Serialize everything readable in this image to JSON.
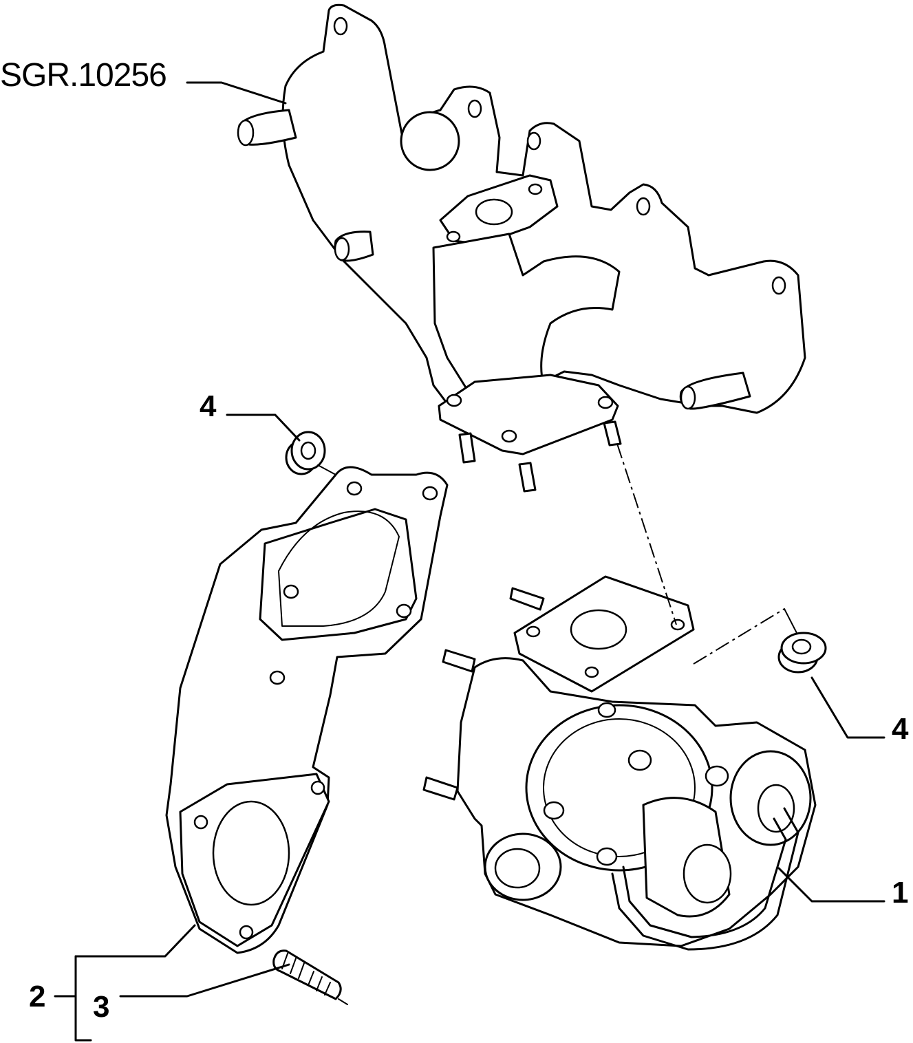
{
  "reference": {
    "code": "SGR.10256"
  },
  "callouts": {
    "turbocharger": "1",
    "exhaust_pipe": "2",
    "stud": "3",
    "nut_left": "4",
    "nut_right": "4"
  }
}
